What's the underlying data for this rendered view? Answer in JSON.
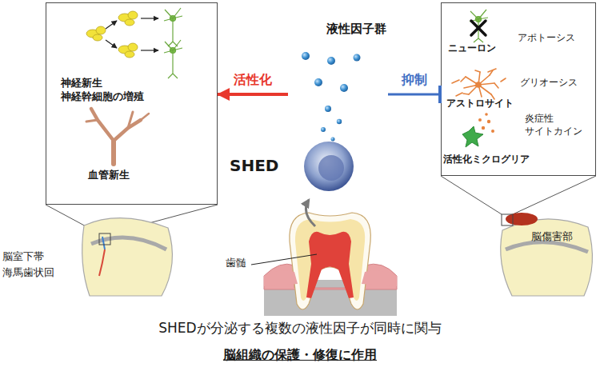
{
  "diagram": {
    "caption": "SHEDが分泌する複数の液性因子が同時に関与",
    "nodes": [
      {
        "text": [
          "神経新生 神経幹細胞の増殖",
          "血管新生"
        ]
      },
      {
        "text": [
          "液性因子群"
        ]
      },
      {
        "text": [
          "アポトーシス",
          "ニューロン",
          "グリオーシス",
          "アストロサイト",
          "炎症性 サイトカイン",
          "活性化ミクログリア"
        ]
      },
      {
        "text": [
          "SHED"
        ]
      }
    ],
    "edges": [
      {
        "from": 1,
        "to": 0,
        "label": "活性化",
        "arrow": "to"
      },
      {
        "from": 1,
        "to": 2,
        "label": "抑制",
        "arrow": "to"
      }
    ],
    "labels": [
      "脳室下帯",
      "海馬歯状回",
      "歯髄",
      "脳傷害部",
      "脳組織の保護・修復に作用"
    ]
  }
}
